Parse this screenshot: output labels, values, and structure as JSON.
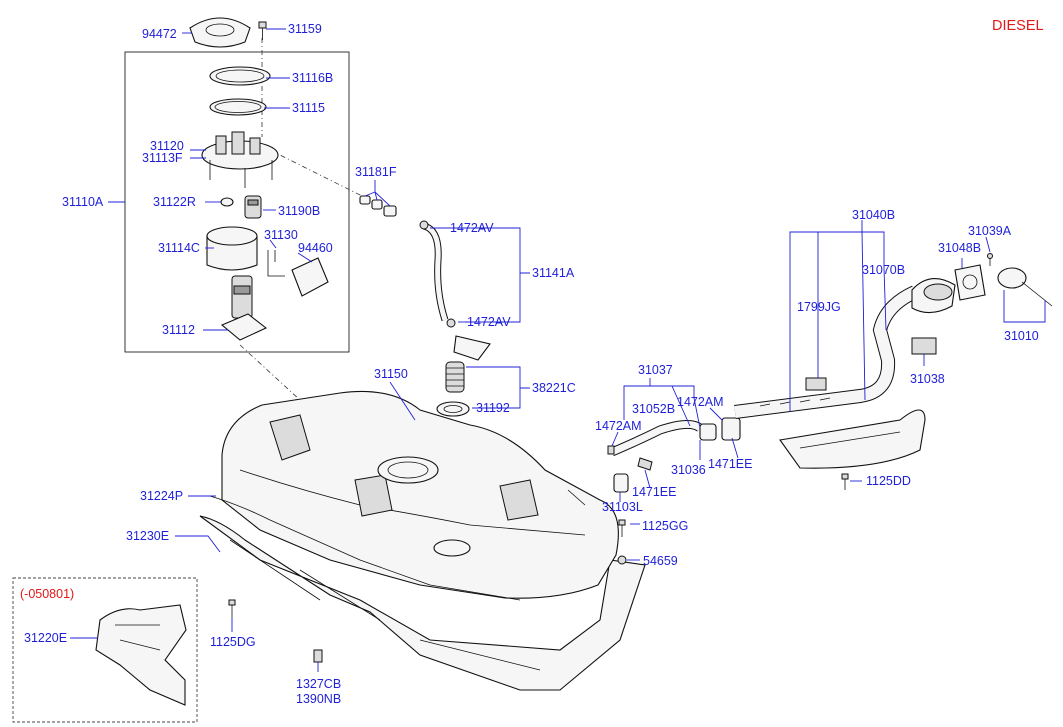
{
  "header": {
    "variant_label": "DIESEL"
  },
  "inset": {
    "date_range": "(-050801)"
  },
  "labels": {
    "p94472": "94472",
    "p31159": "31159",
    "p31116B": "31116B",
    "p31115": "31115",
    "p31120": "31120",
    "p31113F": "31113F",
    "p31110A": "31110A",
    "p31122R": "31122R",
    "p31190B": "31190B",
    "p31114C": "31114C",
    "p31130": "31130",
    "p94460": "94460",
    "p31112": "31112",
    "p31181F": "31181F",
    "p1472AV_top": "1472AV",
    "p31141A": "31141A",
    "p1472AV_bottom": "1472AV",
    "p31150": "31150",
    "p38221C": "38221C",
    "p31192": "31192",
    "p31224P": "31224P",
    "p31230E": "31230E",
    "p31220E": "31220E",
    "p1125DG": "1125DG",
    "p1327CB": "1327CB",
    "p1390NB": "1390NB",
    "p31037": "31037",
    "p1472AM_left": "1472AM",
    "p31052B": "31052B",
    "p1472AM_right": "1472AM",
    "p31036": "31036",
    "p1471EE_right": "1471EE",
    "p1471EE_left": "1471EE",
    "p31103L": "31103L",
    "p1125GG": "1125GG",
    "p54659": "54659",
    "p31040B": "31040B",
    "p31039A": "31039A",
    "p31048B": "31048B",
    "p31070B": "31070B",
    "p1799JG": "1799JG",
    "p31010": "31010",
    "p31038": "31038",
    "p1125DD": "1125DD"
  }
}
